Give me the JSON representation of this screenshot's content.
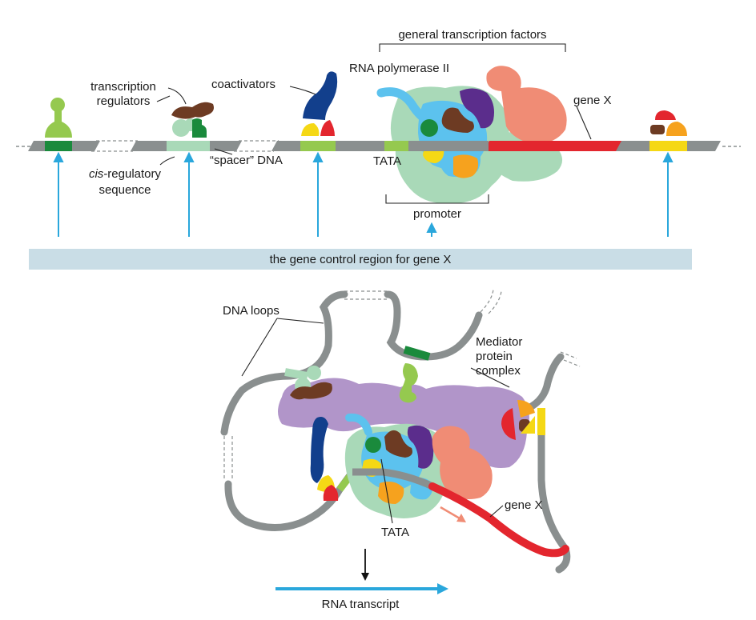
{
  "labels": {
    "general_transcription_factors": "general transcription factors",
    "rna_polymerase_ii": "RNA polymerase II",
    "transcription_regulators_1": "transcription",
    "transcription_regulators_2": "regulators",
    "coactivators": "coactivators",
    "gene_x_top": "gene X",
    "tata_top": "TATA",
    "spacer_dna": "“spacer” DNA",
    "cis_regulatory_1": "-regulatory",
    "cis_regulatory_italic": "cis",
    "cis_regulatory_2": "sequence",
    "promoter": "promoter",
    "gene_control_region": "the gene control region for gene X",
    "dna_loops": "DNA loops",
    "mediator_1": "Mediator",
    "mediator_2": "protein",
    "mediator_3": "complex",
    "gene_x_bottom": "gene X",
    "tata_bottom": "TATA",
    "rna_transcript": "RNA transcript"
  },
  "colors": {
    "dna_gray": "#8a8f8f",
    "gene_red": "#e3262e",
    "arrow_blue": "#2aa7dc",
    "control_band": "#c9dde6",
    "pale_green": "#a9d9b8",
    "light_green": "#95c94f",
    "dark_green": "#1a8a3c",
    "brown": "#6d3b23",
    "navy": "#123f8c",
    "yellow": "#f5d815",
    "orange": "#f6a21e",
    "sky_blue": "#5cc2ee",
    "purple": "#5b2d8c",
    "salmon": "#f08c75",
    "lavender": "#b195c9"
  }
}
